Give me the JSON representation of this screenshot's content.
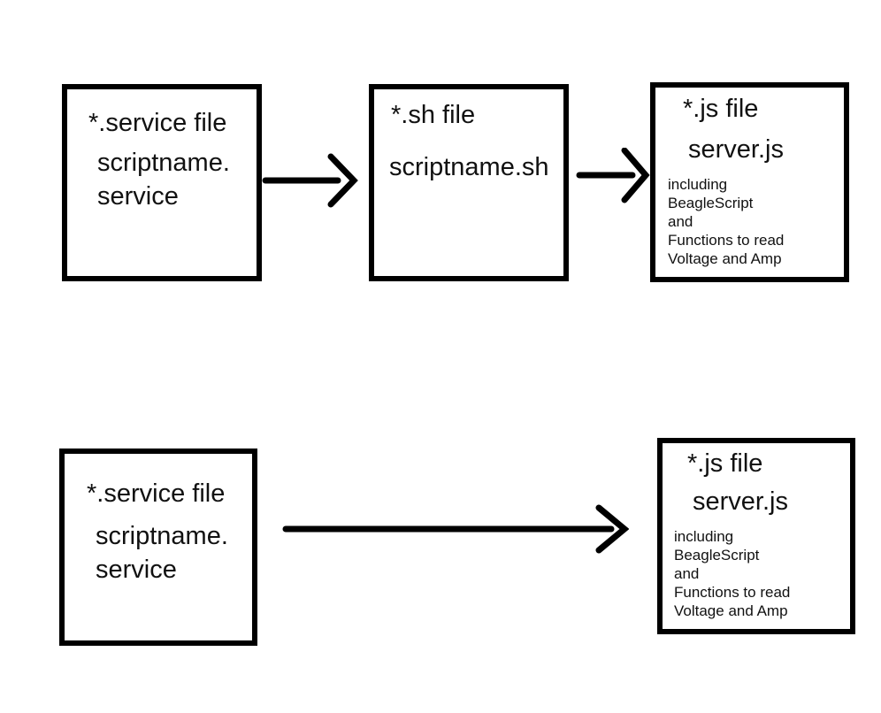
{
  "colors": {
    "background": "#ffffff",
    "box_border": "#000000",
    "arrow": "#000000",
    "text": "#111111"
  },
  "top_row": {
    "service_box": {
      "title": "*.service file",
      "line1": "scriptname.",
      "line2": "service"
    },
    "sh_box": {
      "title": "*.sh file",
      "line1": "scriptname.sh"
    },
    "js_box": {
      "title": "*.js file",
      "subtitle": "server.js",
      "note1": "including",
      "note2": "BeagleScript",
      "note3": "and",
      "note4": "Functions to read",
      "note5": "Voltage and Amp"
    }
  },
  "bottom_row": {
    "service_box": {
      "title": "*.service file",
      "line1": "scriptname.",
      "line2": "service"
    },
    "js_box": {
      "title": "*.js file",
      "subtitle": "server.js",
      "note1": "including",
      "note2": "BeagleScript",
      "note3": "and",
      "note4": "Functions to read",
      "note5": "Voltage and Amp"
    }
  },
  "connections": [
    {
      "from": "top service box",
      "to": "top sh box"
    },
    {
      "from": "top sh box",
      "to": "top js box"
    },
    {
      "from": "bottom service box",
      "to": "bottom js box"
    }
  ]
}
